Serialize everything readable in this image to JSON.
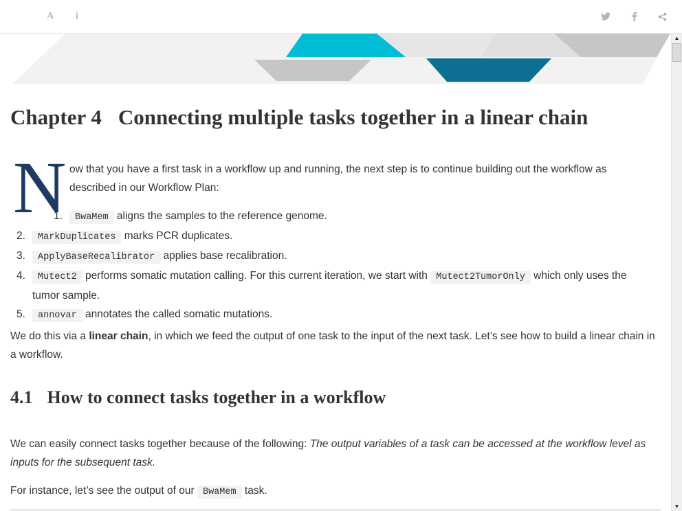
{
  "toolbar": {
    "left_buttons": [
      {
        "name": "font-settings",
        "glyph": "A"
      },
      {
        "name": "info",
        "glyph": "i"
      }
    ],
    "right_buttons": [
      {
        "name": "twitter"
      },
      {
        "name": "facebook"
      },
      {
        "name": "share"
      }
    ],
    "icon_color": "#b5b5b5"
  },
  "banner": {
    "colors": {
      "teal": "#00bcd4",
      "dark_teal": "#0e7090",
      "light_gray": "#e6e6e6",
      "mid_gray": "#c6c6c6"
    }
  },
  "chapter": {
    "number": "Chapter 4",
    "title": "Connecting multiple tasks together in a linear chain"
  },
  "intro": {
    "dropcap": "N",
    "dropcap_color": "#1e3a63",
    "text": "ow that you have a first task in a workflow up and running, the next step is to continue building out the workflow as described in our Workflow Plan:"
  },
  "steps": [
    {
      "marker": "1.",
      "code": "BwaMem",
      "text": " aligns the samples to the reference genome."
    },
    {
      "marker": "2.",
      "code": "MarkDuplicates",
      "text": " marks PCR duplicates."
    },
    {
      "marker": "3.",
      "code": "ApplyBaseRecalibrator",
      "text": " applies base recalibration."
    },
    {
      "marker": "4.",
      "code": "Mutect2",
      "text_a": " performs somatic mutation calling. For this current iteration, we start with ",
      "code_b": "Mutect2TumorOnly",
      "text_b": " which only uses the tumor sample."
    },
    {
      "marker": "5.",
      "code": "annovar",
      "text": " annotates the called somatic mutations."
    }
  ],
  "chain_para": {
    "pre": "We do this via a ",
    "bold": "linear chain",
    "post": ", in which we feed the output of one task to the input of the next task. Let’s see how to build a linear chain in a workflow."
  },
  "section": {
    "number": "4.1",
    "title": "How to connect tasks together in a workflow"
  },
  "easy_para": {
    "pre": "We can easily connect tasks together because of the following: ",
    "italic": "The output variables of a task can be accessed at the workflow level as inputs for the subsequent task."
  },
  "instance_para": {
    "pre": "For instance, let’s see the output of our ",
    "code": "BwaMem",
    "post": " task."
  },
  "scrollbar": {
    "up": "▲",
    "down": "▼"
  }
}
